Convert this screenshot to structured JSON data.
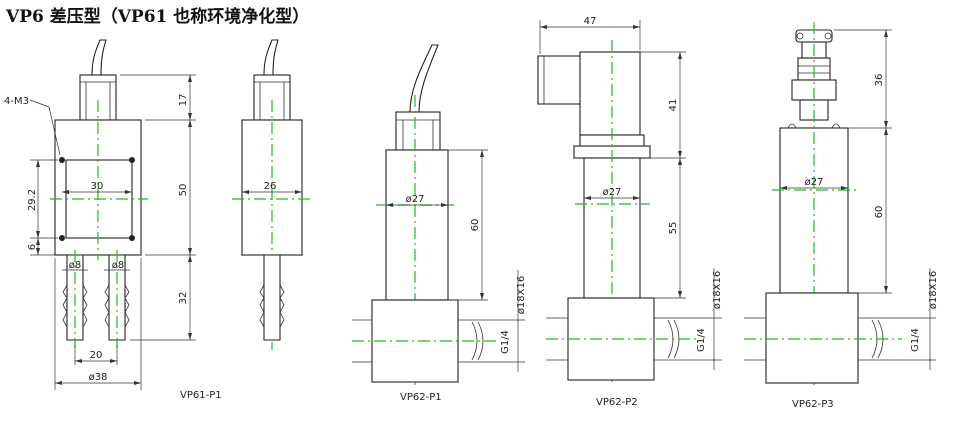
{
  "title": "VP6 差压型（VP61 也称环境净化型）",
  "views": [
    {
      "id": "vp61-p1",
      "label": "VP61-P1",
      "dims": {
        "thread": "4-M3",
        "cable": "17",
        "height": "50",
        "hole_pitch_v": "29.2",
        "edge": "6",
        "hole_pitch_h": "30",
        "tube_len": "32",
        "port1": "ø8",
        "port2": "ø8",
        "port_pitch": "20",
        "width": "ø38"
      }
    },
    {
      "id": "vp61-side",
      "label": "",
      "dims": {
        "diameter": "26"
      }
    },
    {
      "id": "vp62-p1",
      "label": "VP62-P1",
      "dims": {
        "diameter": "ø27",
        "height": "60",
        "base": "ø18X16",
        "thread": "G1/4"
      }
    },
    {
      "id": "vp62-p2",
      "label": "VP62-P2",
      "dims": {
        "width": "47",
        "connector": "41",
        "diameter": "ø27",
        "height": "55",
        "base": "ø18X16",
        "thread": "G1/4"
      }
    },
    {
      "id": "vp62-p3",
      "label": "VP62-P3",
      "dims": {
        "connector": "36",
        "diameter": "ø27",
        "height": "60",
        "base": "ø18X16",
        "thread": "G1/4"
      }
    }
  ]
}
